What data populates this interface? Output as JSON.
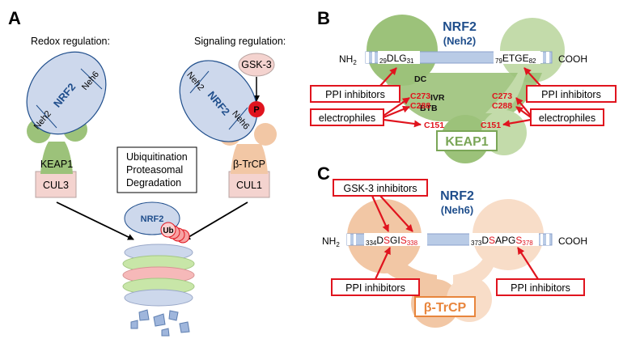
{
  "panels": {
    "a": "A",
    "b": "B",
    "c": "C"
  },
  "panel_a": {
    "redox_title": "Redox regulation:",
    "signal_title": "Signaling regulation:",
    "nrf2": "NRF2",
    "neh6": "Neh6",
    "neh2": "Neh2",
    "keap1": "KEAP1",
    "cul3": "CUL3",
    "gsk3": "GSK-3",
    "p": "P",
    "btrcp": "β-TrCP",
    "cul1": "CUL1",
    "ub_box": [
      "Ubiquitination",
      "Proteasomal",
      "Degradation"
    ],
    "ub": "Ub"
  },
  "panel_b": {
    "title": "NRF2",
    "subtitle": "(Neh2)",
    "nh2": "NH",
    "nh2_sub": "2",
    "cooh": "COOH",
    "motif1": {
      "pre": "29",
      "text": "DLG",
      "post": "31"
    },
    "motif2": {
      "pre": "79",
      "text": "ETGE",
      "post": "82"
    },
    "dc": "DC",
    "ivr": "IVR",
    "btb": "BTB",
    "c273a": "C273",
    "c288a": "C288",
    "c151a": "C151",
    "c273b": "C273",
    "c288b": "C288",
    "c151b": "C151",
    "ppi_left": "PPI inhibitors",
    "ppi_right": "PPI inhibitors",
    "electro_left": "electrophiles",
    "electro_right": "electrophiles",
    "keap1": "KEAP1"
  },
  "panel_c": {
    "title": "NRF2",
    "subtitle": "(Neh6)",
    "gsk3_inhib": "GSK-3 inhibitors",
    "nh2": "NH",
    "nh2_sub": "2",
    "cooh": "COOH",
    "motif1": {
      "pre": "334",
      "d": "D",
      "s1": "S",
      "gi": "GI",
      "s2": "S",
      "post": "338"
    },
    "motif2": {
      "pre": "373",
      "d": "D",
      "s1": "S",
      "apg": "APG",
      "s2": "S",
      "post": "378"
    },
    "ppi_left": "PPI inhibitors",
    "ppi_right": "PPI inhibitors",
    "btrcp": "β-TrCP"
  },
  "colors": {
    "nrf2_fill": "#cdd8ec",
    "nrf2_text": "#1f4e8c",
    "keap1_green": "#9cc27a",
    "keap1_light": "#c3dbaa",
    "btrcp_orange": "#f2c7a5",
    "btrcp_light": "#f8ddc8",
    "red": "#e0141e",
    "cul_pink": "#f4d3cf"
  }
}
